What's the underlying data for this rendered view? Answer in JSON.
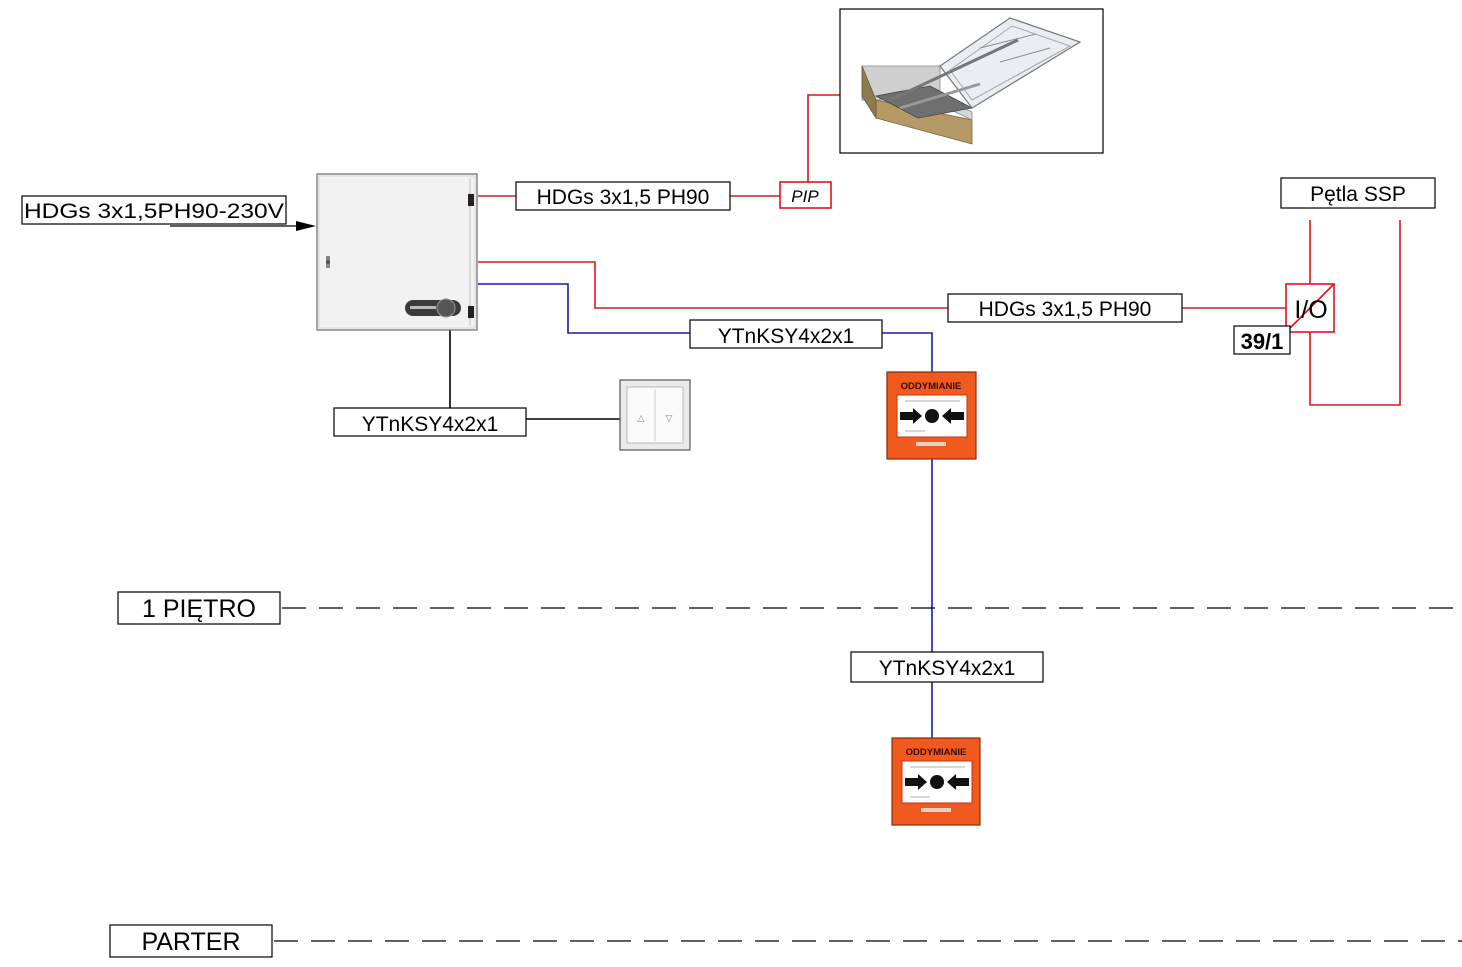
{
  "labels": {
    "supply_cable": "HDGs 3x1,5PH90-230V",
    "hatch_cable": "HDGs 3x1,5 PH90",
    "pip": "PIP",
    "ssp_loop": "Pętla SSP",
    "io_cable": "HDGs 3x1,5 PH90",
    "io_module": "I/O",
    "io_address": "39/1",
    "button_cable_1": "YTnKSY4x2x1",
    "switch_cable": "YTnKSY4x2x1",
    "button_cable_2": "YTnKSY4x2x1",
    "floor_1": "1 PIĘTRO",
    "floor_ground": "PARTER"
  },
  "smoke_button_label": "ODDYMIANIE",
  "colors": {
    "power_line": "#e0141e",
    "signal_line": "#1a1ab4",
    "control_line": "#000000",
    "button_body": "#f05a1e",
    "button_dark": "#c8320f"
  },
  "icons": {
    "control_panel": "control-cabinet-icon",
    "roof_hatch": "smoke-vent-hatch-icon",
    "wall_switch": "up-down-switch-icon",
    "smoke_button": "manual-call-point-icon"
  }
}
